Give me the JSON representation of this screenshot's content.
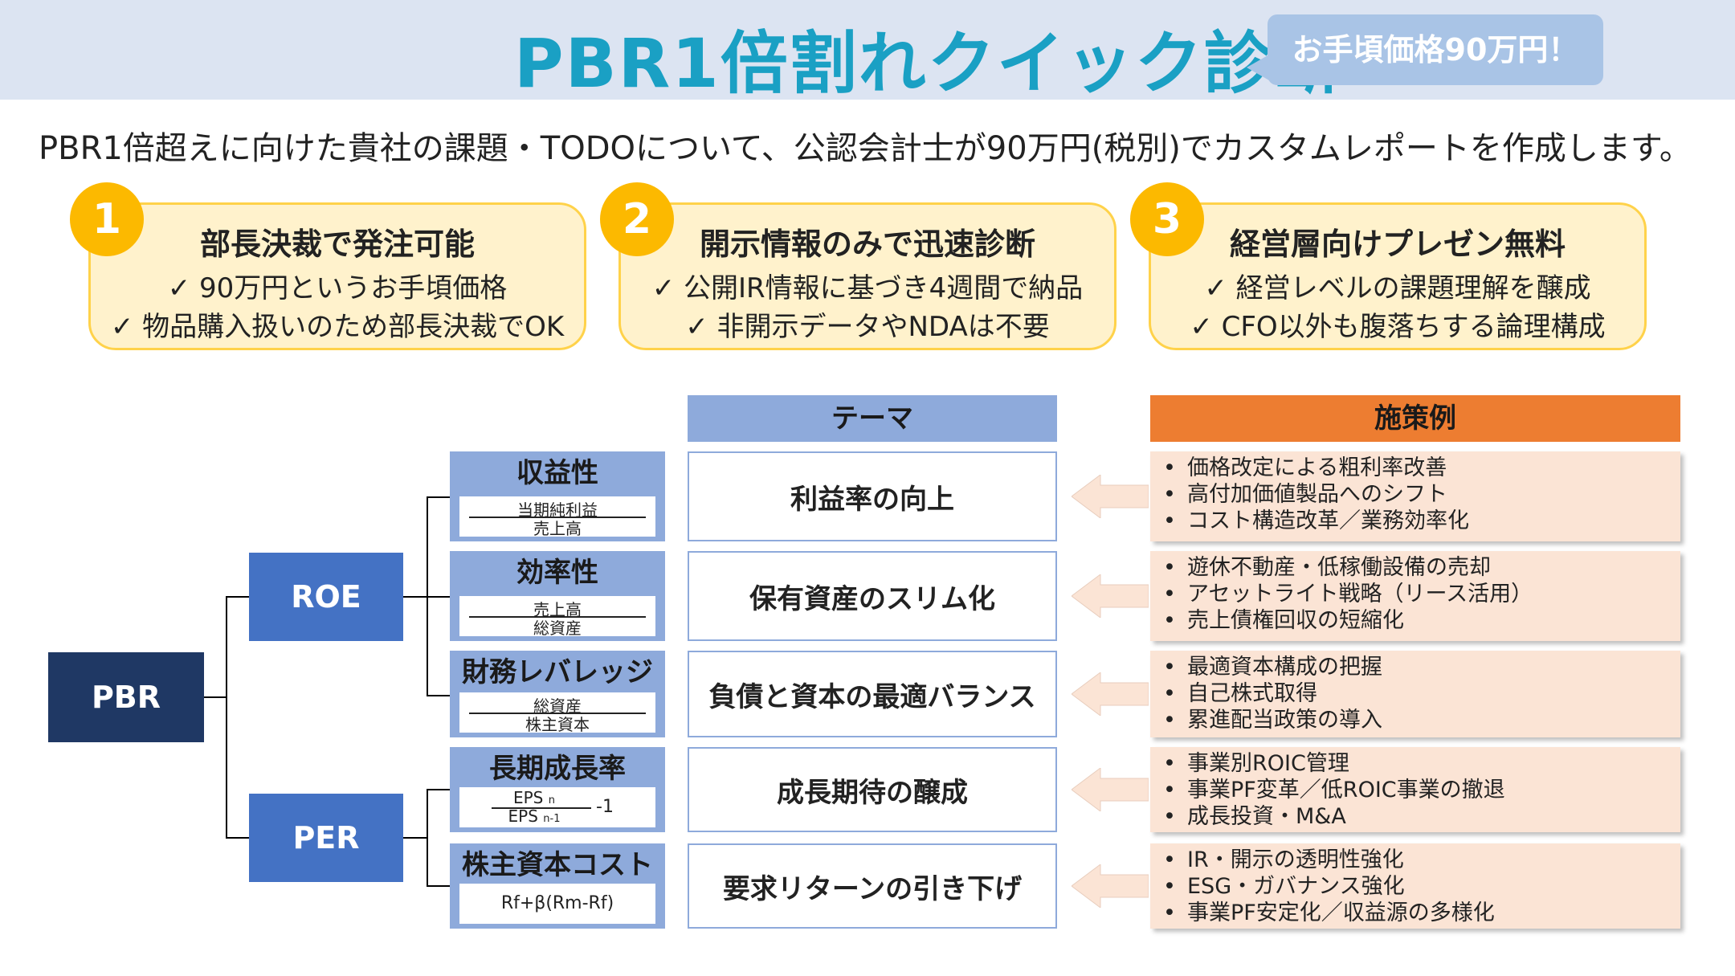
{
  "header": {
    "title": "PBR1倍割れクイック診断",
    "price_badge": "お手頃価格90万円！"
  },
  "subtitle": "PBR1倍超えに向けた貴社の課題・TODOについて、公認会計士が90万円(税別)でカスタムレポートを作成します。",
  "features": [
    {
      "number": "1",
      "title": "部長決裁で発注可能",
      "lines": [
        "✓ 90万円というお手頃価格",
        "✓ 物品購入扱いのため部長決裁でOK"
      ]
    },
    {
      "number": "2",
      "title": "開示情報のみで迅速診断",
      "lines": [
        "✓ 公開IR情報に基づき4週間で納品",
        "✓ 非開示データやNDAは不要"
      ]
    },
    {
      "number": "3",
      "title": "経営層向けプレゼン無料",
      "lines": [
        "✓ 経営レベルの課題理解を醸成",
        "✓ CFO以外も腹落ちする論理構成"
      ]
    }
  ],
  "tree": {
    "root": "PBR",
    "branches": [
      "ROE",
      "PER"
    ],
    "metrics": [
      {
        "label": "収益性",
        "numerator": "当期純利益",
        "denominator": "売上高"
      },
      {
        "label": "効率性",
        "numerator": "売上高",
        "denominator": "総資産"
      },
      {
        "label": "財務レバレッジ",
        "numerator": "総資産",
        "denominator": "株主資本"
      },
      {
        "label": "長期成長率",
        "numerator": "EPS",
        "numerator_sub": "n",
        "denominator": "EPS",
        "denominator_sub": "n-1",
        "suffix": "-1"
      },
      {
        "label": "株主資本コスト",
        "formula": "Rf+β(Rm-Rf)"
      }
    ]
  },
  "columns": {
    "theme_header": "テーマ",
    "measures_header": "施策例"
  },
  "themes": [
    "利益率の向上",
    "保有資産のスリム化",
    "負債と資本の最適バランス",
    "成長期待の醸成",
    "要求リターンの引き下げ"
  ],
  "measures": [
    [
      "価格改定による粗利率改善",
      "高付加価値製品へのシフト",
      "コスト構造改革／業務効率化"
    ],
    [
      "遊休不動産・低稼働設備の売却",
      "アセットライト戦略（リース活用）",
      "売上債権回収の短縮化"
    ],
    [
      "最適資本構成の把握",
      "自己株式取得",
      "累進配当政策の導入"
    ],
    [
      "事業別ROIC管理",
      "事業PF変革／低ROIC事業の撤退",
      "成長投資・M&A"
    ],
    [
      "IR・開示の透明性強化",
      "ESG・ガバナンス強化",
      "事業PF安定化／収益源の多様化"
    ]
  ],
  "colors": {
    "header_bg": "#dce4f2",
    "title": "#1aa0c4",
    "badge": "#a9c4e6",
    "card_bg": "#fff2cc",
    "card_border": "#ffd24a",
    "number_circle": "#fcb900",
    "pbr": "#1f3864",
    "roe_per": "#4472c4",
    "metric": "#8eaadb",
    "measures_header": "#ed7d31",
    "measures_bg": "#fbe4d5",
    "arrow": "#fbe4d5"
  }
}
